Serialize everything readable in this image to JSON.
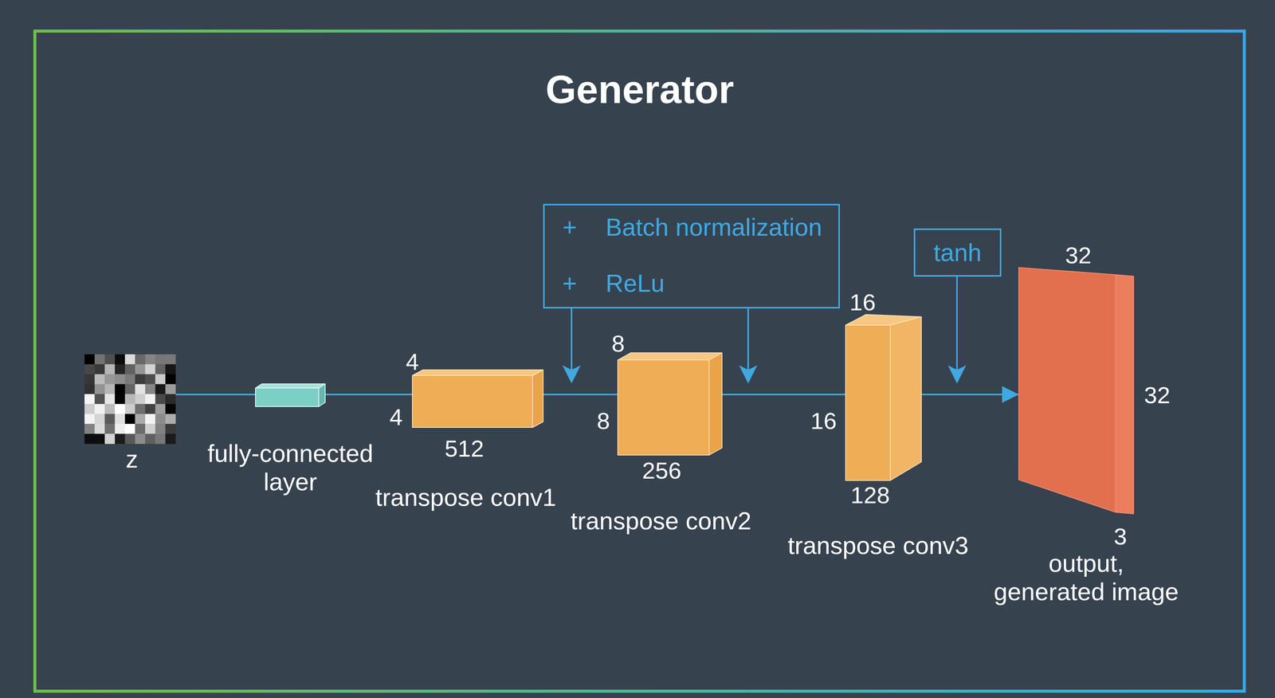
{
  "diagram": {
    "title": "Generator",
    "nodes": [
      {
        "text": [
          "z"
        ]
      },
      {
        "text": [
          "fully-connected layer"
        ]
      },
      {
        "text": [
          "transpose conv1"
        ]
      },
      {
        "text": [
          "transpose conv2"
        ]
      },
      {
        "text": [
          "transpose conv3"
        ]
      },
      {
        "text": [
          "output, generated image"
        ]
      },
      {
        "text": [
          "+",
          "Batch normalization",
          "+",
          "ReLu"
        ]
      },
      {
        "text": [
          "tanh"
        ]
      }
    ],
    "edges": [
      {
        "from": 0,
        "to": 1,
        "arrow": "none"
      },
      {
        "from": 1,
        "to": 2,
        "arrow": "none"
      },
      {
        "from": 2,
        "to": 3,
        "arrow": "none"
      },
      {
        "from": 3,
        "to": 4,
        "arrow": "none"
      },
      {
        "from": 4,
        "to": 5,
        "arrow": "to"
      }
    ],
    "labels": [
      "4",
      "4",
      "512",
      "8",
      "8",
      "256",
      "16",
      "16",
      "128",
      "32",
      "32",
      "3"
    ]
  }
}
